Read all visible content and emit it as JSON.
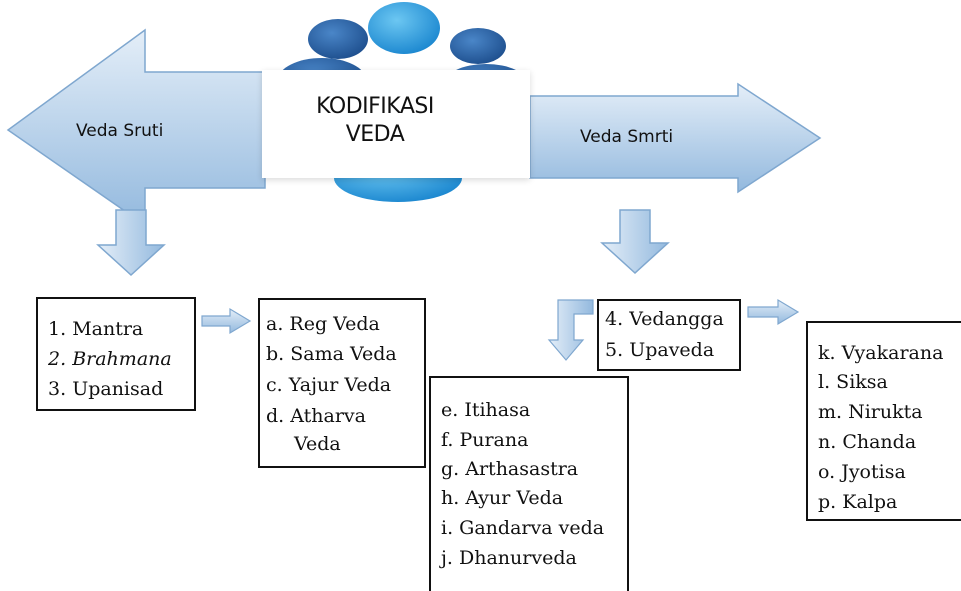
{
  "title": {
    "line1": "KODIFIKASI",
    "line2": "VEDA"
  },
  "left_arrow_label": "Veda Sruti",
  "right_arrow_label": "Veda Smrti",
  "sruti_list": [
    {
      "num": "1.",
      "text": "Mantra",
      "italic": false
    },
    {
      "num": "2.",
      "text": "Brahmana",
      "italic": true
    },
    {
      "num": "3.",
      "text": "Upanisad",
      "italic": false
    }
  ],
  "veda_list": [
    {
      "num": "a.",
      "text": "Reg Veda"
    },
    {
      "num": "b.",
      "text": "Sama Veda"
    },
    {
      "num": "c.",
      "text": "Yajur Veda"
    },
    {
      "num": "d.",
      "text": "Atharva"
    },
    {
      "num": "",
      "text": "Veda"
    }
  ],
  "smrti_list": [
    {
      "num": "4.",
      "text": "Vedangga"
    },
    {
      "num": "5.",
      "text": "Upaveda"
    }
  ],
  "upaveda_list": [
    {
      "num": "e.",
      "text": "Itihasa"
    },
    {
      "num": "f.",
      "text": "Purana"
    },
    {
      "num": "g.",
      "text": "Arthasastra"
    },
    {
      "num": "h.",
      "text": "Ayur Veda"
    },
    {
      "num": "i.",
      "text": "Gandarva veda"
    },
    {
      "num": "j.",
      "text": "Dhanurveda"
    }
  ],
  "vedangga_list": [
    {
      "num": "k.",
      "text": "Vyakarana"
    },
    {
      "num": "l.",
      "text": "Siksa"
    },
    {
      "num": "m.",
      "text": "Nirukta"
    },
    {
      "num": "n.",
      "text": "Chanda"
    },
    {
      "num": "o.",
      "text": "Jyotisa"
    },
    {
      "num": "p.",
      "text": "Kalpa"
    }
  ],
  "colors": {
    "arrow_fill_light": "#dce9f6",
    "arrow_fill_dark": "#9ec1e2",
    "arrow_stroke": "#7fa7cf",
    "people_blue": "#1b7fc9",
    "people_dark": "#1f4f8f",
    "people_light": "#2aa7e6"
  }
}
